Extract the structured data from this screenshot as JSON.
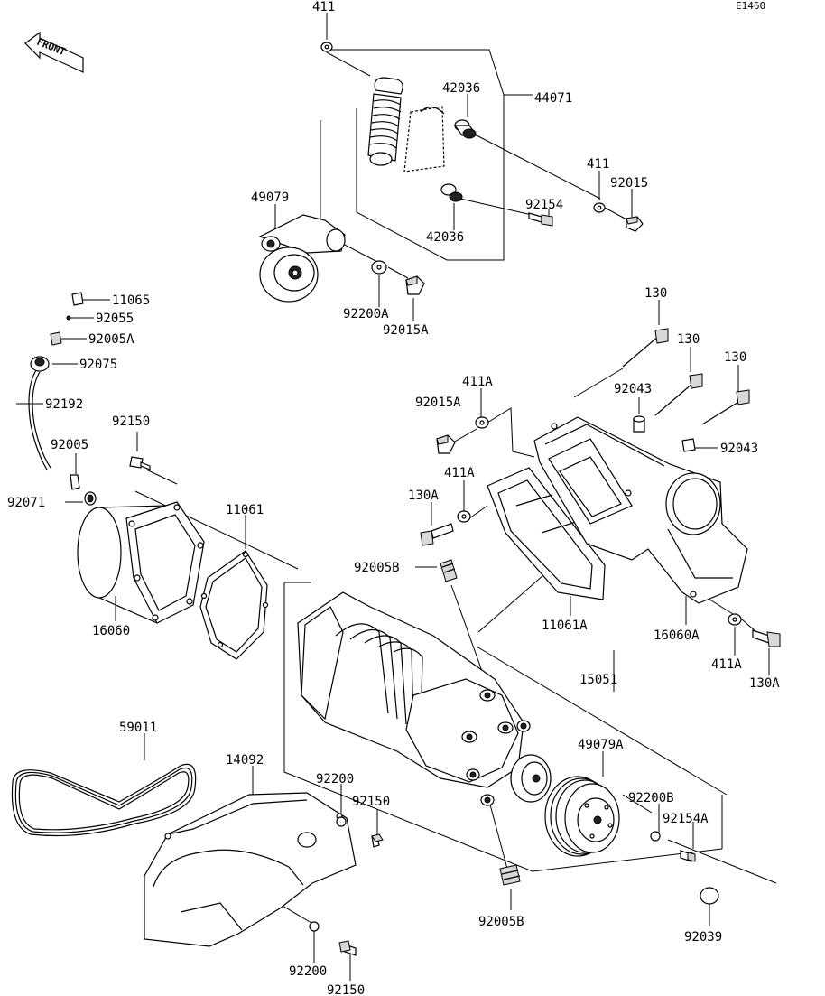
{
  "diagram": {
    "code": "E1460",
    "front_label": "FRONT",
    "labels": {
      "p411_top": "411",
      "p42036_a": "42036",
      "p44071": "44071",
      "p411_b": "411",
      "p92015": "92015",
      "p49079": "49079",
      "p92154": "92154",
      "p42036_b": "42036",
      "p92200A": "92200A",
      "p92015A": "92015A",
      "p11065": "11065",
      "p92055": "92055",
      "p92005A": "92005A",
      "p92075": "92075",
      "p92192": "92192",
      "p92150_a": "92150",
      "p92005": "92005",
      "p92071": "92071",
      "p130_a": "130",
      "p130_b": "130",
      "p130_c": "130",
      "p411A_a": "411A",
      "p92015A_b": "92015A",
      "p92043_a": "92043",
      "p92043_b": "92043",
      "p411A_b": "411A",
      "p130A_a": "130A",
      "p11061": "11061",
      "p92005B_a": "92005B",
      "p16060": "16060",
      "p11061A": "11061A",
      "p16060A": "16060A",
      "p411A_c": "411A",
      "p130A_b": "130A",
      "p15051": "15051",
      "p59011": "59011",
      "p14092": "14092",
      "p49079A": "49079A",
      "p92200_a": "92200",
      "p92200B": "92200B",
      "p92150_b": "92150",
      "p92154A": "92154A",
      "p92005B_b": "92005B",
      "p92039": "92039",
      "p92200_b": "92200",
      "p92150_c": "92150"
    }
  }
}
